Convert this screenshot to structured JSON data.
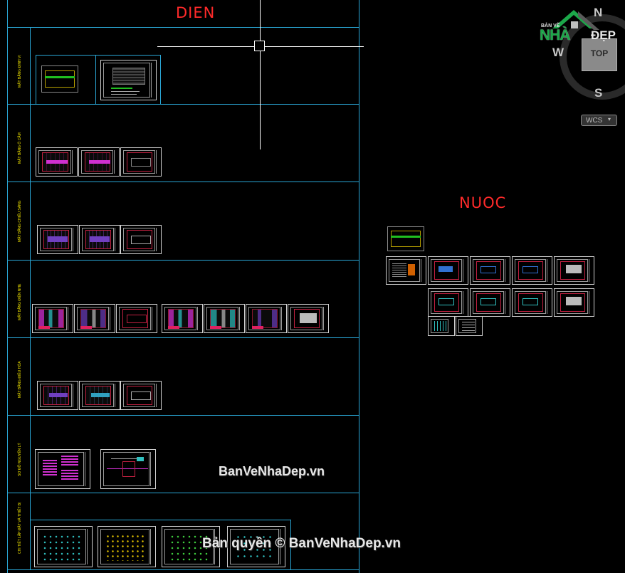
{
  "drawing": {
    "title_left": "DIEN",
    "title_right": "NUOC",
    "row_labels": [
      "MẶT BẰNG ĐỊNH VỊ",
      "MẶT BẰNG Ổ CẮM",
      "MẶT BẰNG CHIẾU SÁNG",
      "MẶT BẰNG ĐIỆN NHẸ",
      "MẶT BẰNG ĐIỀU HÒA",
      "SƠ ĐỒ NGUYÊN LÝ",
      "CHI TIẾT LẮP ĐẶT VÀ THIẾT BỊ"
    ]
  },
  "viewcube": {
    "north": "N",
    "west": "W",
    "south": "S",
    "face": "TOP",
    "ucs_menu": "WCS"
  },
  "logo": {
    "small": "BẢN VẼ",
    "brand_a": "NHÀ",
    "brand_b": "ĐẸP"
  },
  "watermarks": {
    "center": "BanVeNhaDep.vn",
    "copyright": "Bản quyền © BanVeNhaDep.vn"
  },
  "colors": {
    "frame": "#2aa7d6",
    "title": "#ff2a2a",
    "sheet_border": "#cfcfcf",
    "background": "#000000"
  }
}
